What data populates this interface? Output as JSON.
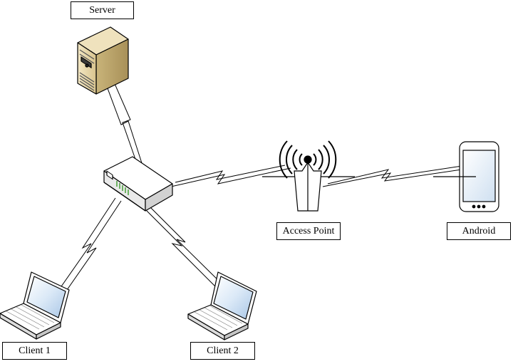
{
  "labels": {
    "server": "Server",
    "access_point": "Access Point",
    "android": "Android",
    "client1": "Client 1",
    "client2": "Client 2"
  },
  "icons": {
    "server": "server-tower-icon",
    "router": "router-icon",
    "access_point": "wireless-antenna-icon",
    "android": "smartphone-icon",
    "client1": "laptop-icon",
    "client2": "laptop-icon"
  },
  "links": [
    {
      "from": "server",
      "to": "router",
      "style": "wireless-lightning"
    },
    {
      "from": "router",
      "to": "access_point",
      "style": "wireless-lightning"
    },
    {
      "from": "access_point",
      "to": "android",
      "style": "wireless-lightning"
    },
    {
      "from": "router",
      "to": "client1",
      "style": "wireless-lightning"
    },
    {
      "from": "router",
      "to": "client2",
      "style": "wireless-lightning"
    }
  ]
}
